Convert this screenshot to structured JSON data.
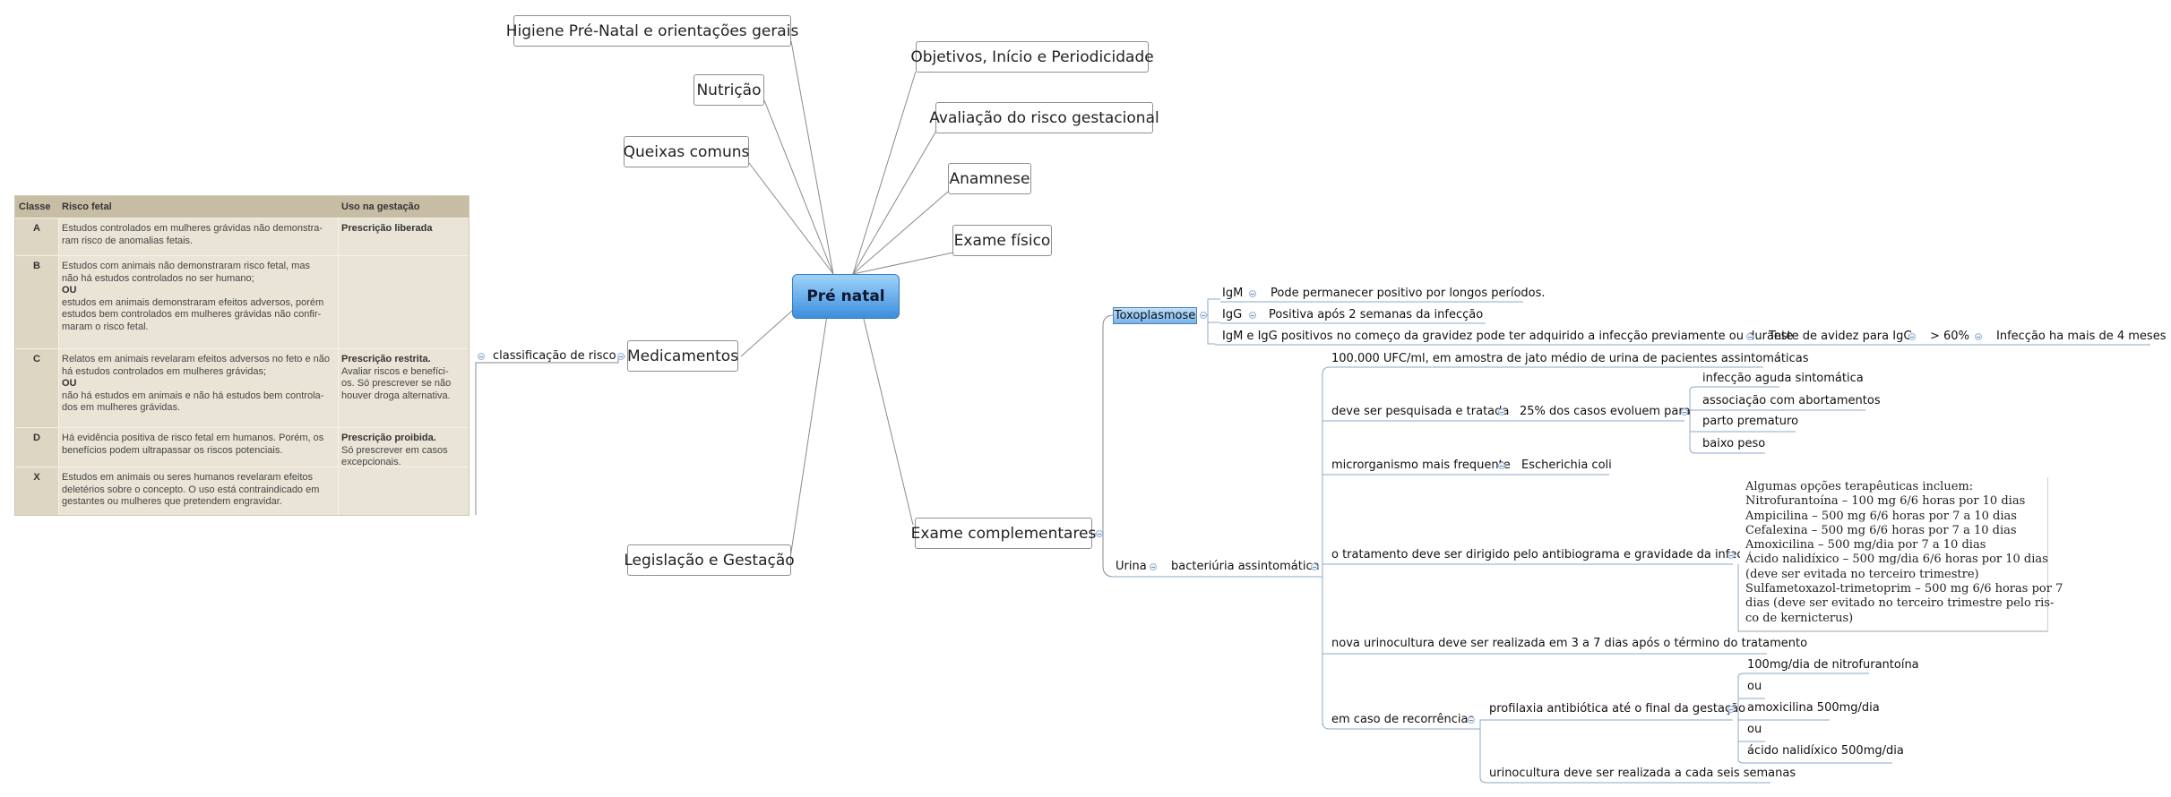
{
  "root": {
    "label": "Pré natal"
  },
  "branches": {
    "higiene": "Higiene Pré-Natal e orientações gerais",
    "nutricao": "Nutrição",
    "queixas": "Queixas comuns",
    "medicamentos": "Medicamentos",
    "legislacao": "Legislação e Gestação",
    "objetivos": "Objetivos, Início e Periodicidade",
    "avaliacao": "Avaliação do risco gestacional",
    "anamnese": "Anamnese",
    "exame_fisico": "Exame físico",
    "exame_complementares": "Exame complementares"
  },
  "medicamentos": {
    "classificacao": "classificação de risco",
    "table": {
      "headers": [
        "Classe",
        "Risco fetal",
        "Uso na gestação"
      ],
      "rows": [
        {
          "classe": "A",
          "risco": [
            "Estudos controlados em mulheres grávidas não demonstra-",
            "ram risco de anomalias fetais."
          ],
          "uso": [
            "Prescrição liberada"
          ]
        },
        {
          "classe": "B",
          "risco": [
            "Estudos com animais não demonstraram risco fetal, mas",
            "não há estudos controlados no ser humano;",
            "OU",
            "estudos em animais demonstraram efeitos adversos, porém",
            "estudos bem controlados em mulheres grávidas não confir-",
            "maram o risco fetal."
          ],
          "uso": []
        },
        {
          "classe": "C",
          "risco": [
            "Relatos em animais revelaram efeitos adversos no feto e não",
            "há estudos controlados em mulheres grávidas;",
            "OU",
            "não há estudos em animais e não há estudos bem controla-",
            "dos em mulheres grávidas."
          ],
          "uso": [
            "Prescrição restrita.",
            "Avaliar riscos e benefíci-",
            "os. Só prescrever se não",
            "houver droga alternativa."
          ]
        },
        {
          "classe": "D",
          "risco": [
            "Há evidência positiva de risco fetal em humanos. Porém, os",
            "benefícios podem ultrapassar os riscos potenciais."
          ],
          "uso": [
            "Prescrição proibida.",
            "Só prescrever em casos",
            "excepcionais."
          ]
        },
        {
          "classe": "X",
          "risco": [
            "Estudos em animais ou seres humanos revelaram efeitos",
            "deletérios sobre o concepto. O uso está contraindicado em",
            "gestantes ou mulheres que pretendem engravidar."
          ],
          "uso": []
        }
      ]
    }
  },
  "exames": {
    "toxoplasmose": {
      "label": "Toxoplasmose",
      "igm": "IgM",
      "igm_note": "Pode permanecer positivo por longos períodos.",
      "igg": "IgG",
      "igg_note": "Positiva após 2 semanas da infecção",
      "both": "IgM e IgG positivos no começo da gravidez pode ter adquirido a infecção previamente ou durante",
      "avidez": "Teste de avidez para IgG",
      "pct": "> 60%",
      "infeccao": "Infecção ha mais de 4 meses"
    },
    "urina": {
      "label": "Urina",
      "bacteriuria": "bacteriúria assintomática",
      "ufc": "100.000 UFC/ml, em amostra de jato médio de urina de pacientes assintomáticas",
      "pesquisada": "deve ser pesquisada e tratada",
      "evoluem": "25% dos casos evoluem para",
      "evolucoes": [
        "infecção aguda sintomática",
        "associação com abortamentos",
        "parto prematuro",
        "baixo peso"
      ],
      "microrganismo": "microrganismo mais frequente",
      "ecoli": "Escherichia coli",
      "tratamento": "o tratamento deve ser dirigido pelo antibiograma e gravidade da infecção",
      "therapy_note": [
        "Algumas opções terapêuticas incluem:",
        "Nitrofurantoína – 100 mg 6/6 horas por 10 dias",
        "Ampicilina – 500 mg 6/6 horas por 7 a 10 dias",
        "Cefalexina – 500 mg 6/6 horas por 7 a 10 dias",
        "Amoxicilina – 500 mg/dia por 7 a 10 dias",
        "Ácido nalidíxico – 500 mg/dia 6/6 horas por 10 dias",
        "(deve ser evitada no terceiro trimestre)",
        "Sulfametoxazol-trimetoprim – 500 mg 6/6 horas por 7",
        "dias (deve ser evitado no terceiro trimestre pelo ris-",
        "co de kernicterus)"
      ],
      "urinocultura": "nova urinocultura deve ser realizada em 3 a 7 dias após o término do tratamento",
      "recorrencias": "em caso de recorrências",
      "profilaxia": "profilaxia antibiótica até o final da gestação",
      "profilaxia_opcoes": [
        "100mg/dia de nitrofurantoína",
        "ou",
        "amoxicilina 500mg/dia",
        "ou",
        "ácido nalidíxico 500mg/dia"
      ],
      "seis_semanas": "urinocultura deve ser realizada a cada seis semanas"
    }
  }
}
